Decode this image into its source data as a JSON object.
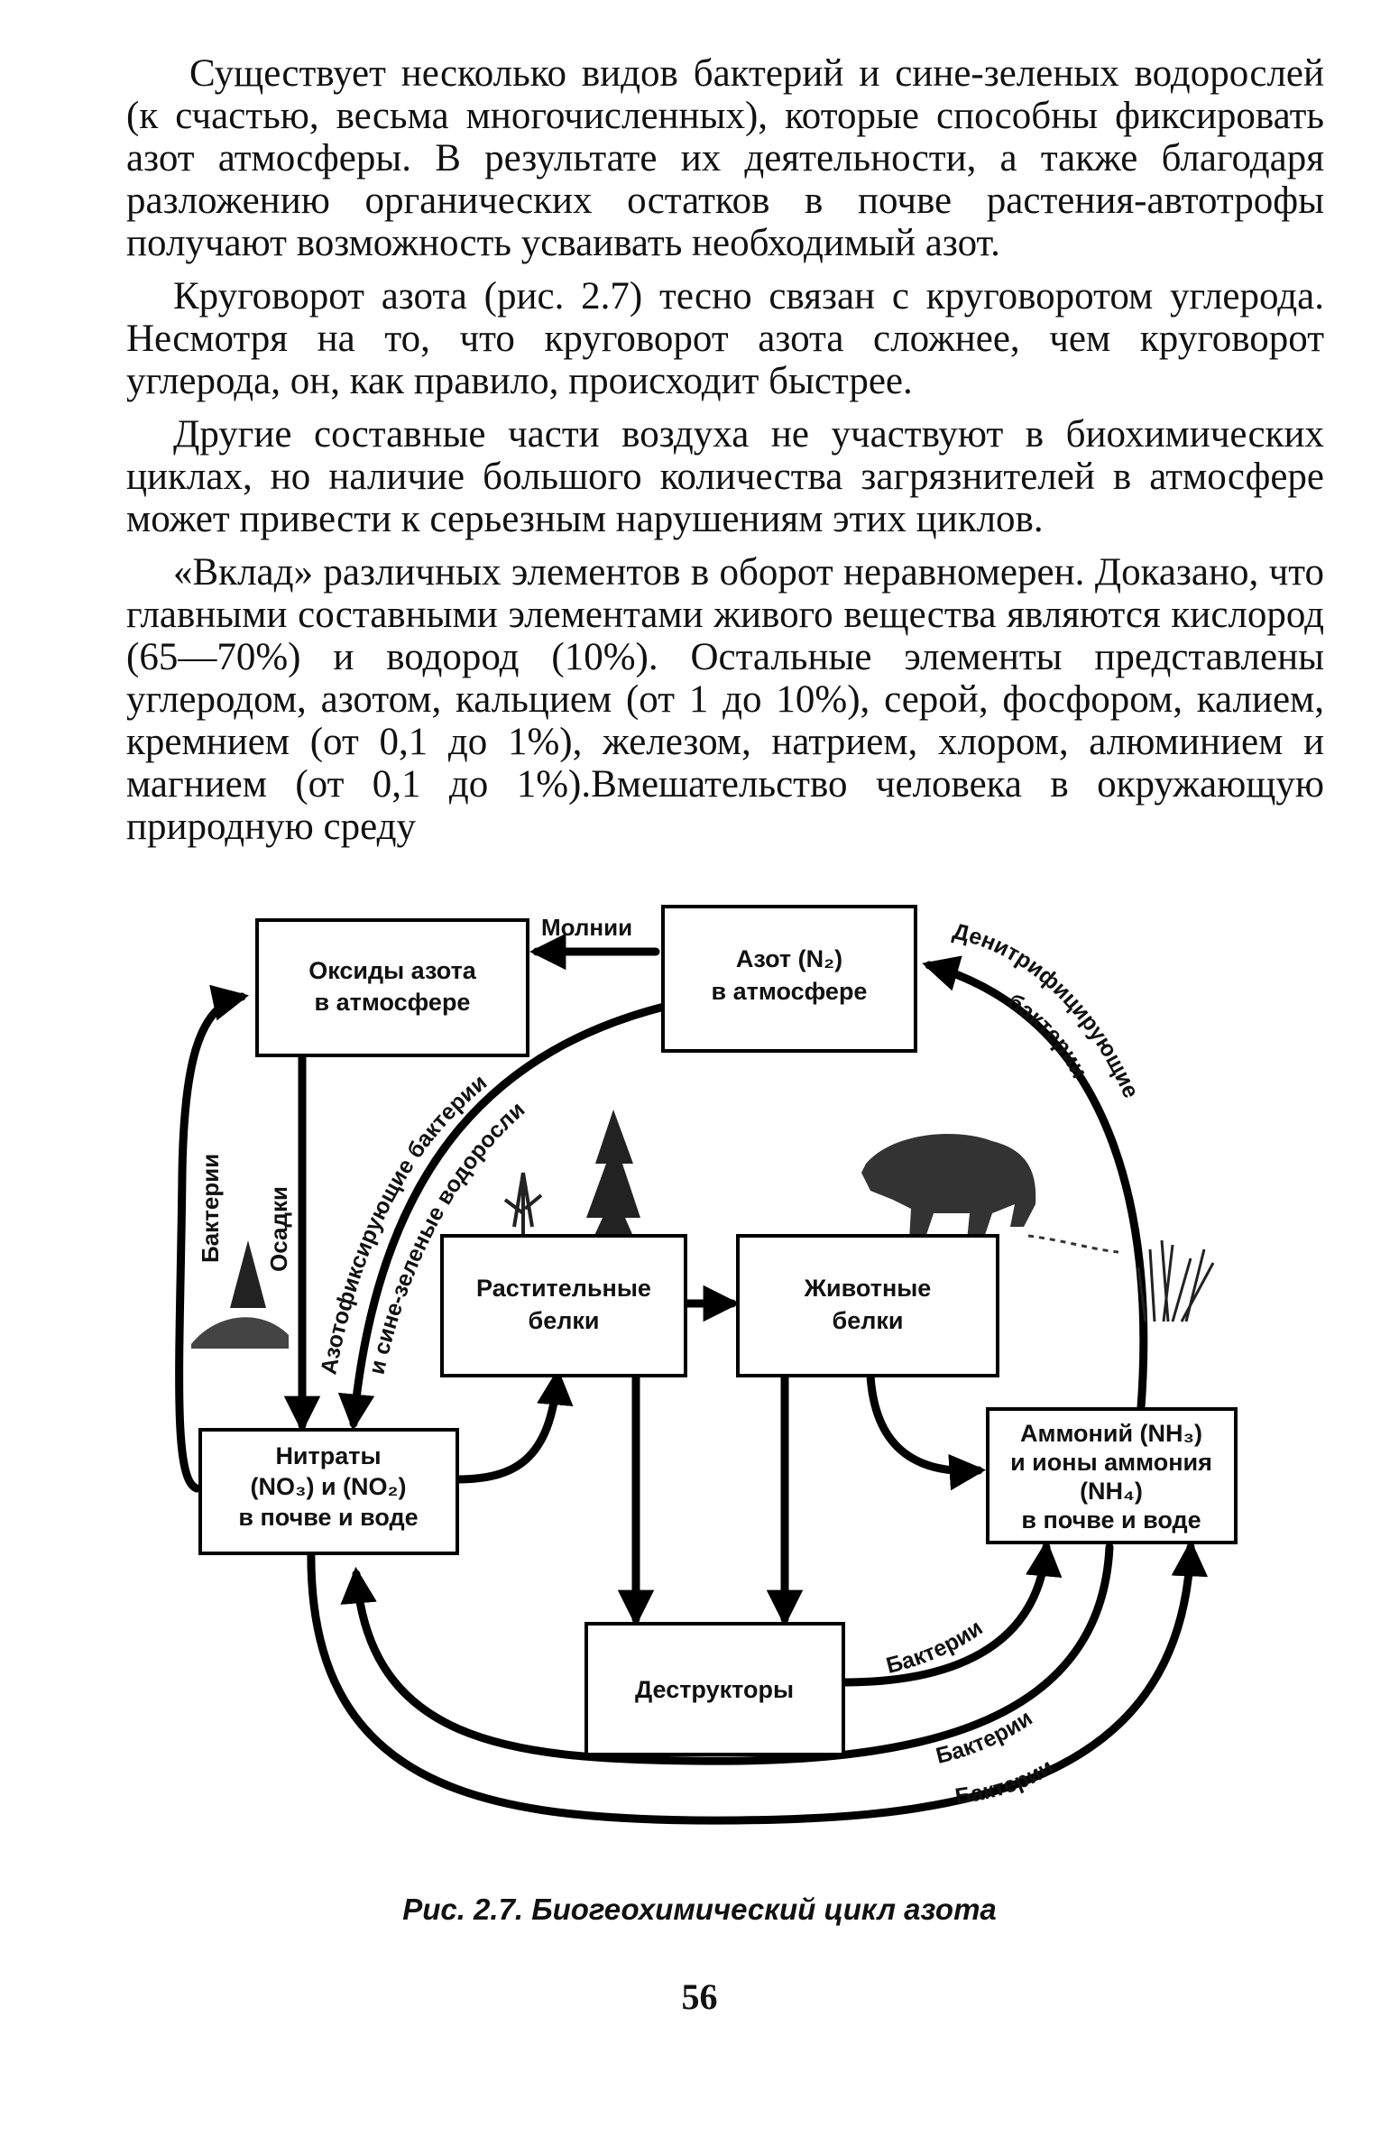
{
  "paragraphs": [
    "Существует несколько видов бактерий и сине-зеленых водорослей (к счастью, весьма многочисленных), которые способны фиксировать азот атмосферы. В результате их деятельности, а также благодаря разложению органических остатков в почве растения-автотрофы получают возможность усваивать необходимый азот.",
    "Круговорот азота (рис. 2.7) тесно связан с круговоротом углерода. Несмотря на то, что круговорот азота сложнее, чем круговорот углерода, он, как правило, происходит быстрее.",
    "Другие составные части воздуха не участвуют в биохимических циклах, но наличие большого количества загрязнителей в атмосфере может привести к серьезным нарушениям этих циклов.",
    "«Вклад» различных элементов в оборот неравномерен. Доказано, что главными составными элементами живого вещества являются кислород (65—70%) и водород (10%). Остальные элементы представлены углеродом, азотом, кальцием (от 1 до 10%), серой, фосфором, калием, кремнием (от 0,1 до 1%), железом, натрием, хлором, алюминием и магнием (от 0,1 до 1%).Вмешательство человека в окружающую природную среду"
  ],
  "diagram": {
    "boxes": {
      "oxides": [
        "Оксиды азота",
        "в атмосфере"
      ],
      "n2": [
        "Азот (N₂)",
        "в атмосфере"
      ],
      "plant": [
        "Растительные",
        "белки"
      ],
      "animal": [
        "Животные",
        "белки"
      ],
      "nitrates": [
        "Нитраты",
        "(NO₃) и (NO₂)",
        "в почве и воде"
      ],
      "ammonium": [
        "Аммоний (NH₃)",
        "и ионы аммония",
        "(NH₄)",
        "в почве и воде"
      ],
      "destructors": [
        "Деструкторы"
      ]
    },
    "labels": {
      "lightning": "Молнии",
      "bacteria_left": "Бактерии",
      "precipitation": "Осадки",
      "nitrogen_fixing": "Азотофиксирующие бактерии",
      "blue_green": "и сине-зеленые водоросли",
      "denitrifying": "Денитрифицирующие",
      "denitrifying_2": "бактерии",
      "bacteria_1": "Бактерии",
      "bacteria_2": "Бактерии",
      "bacteria_3": "Бактерии"
    }
  },
  "caption": "Рис. 2.7. Биогеохимический цикл азота",
  "page_number": "56"
}
